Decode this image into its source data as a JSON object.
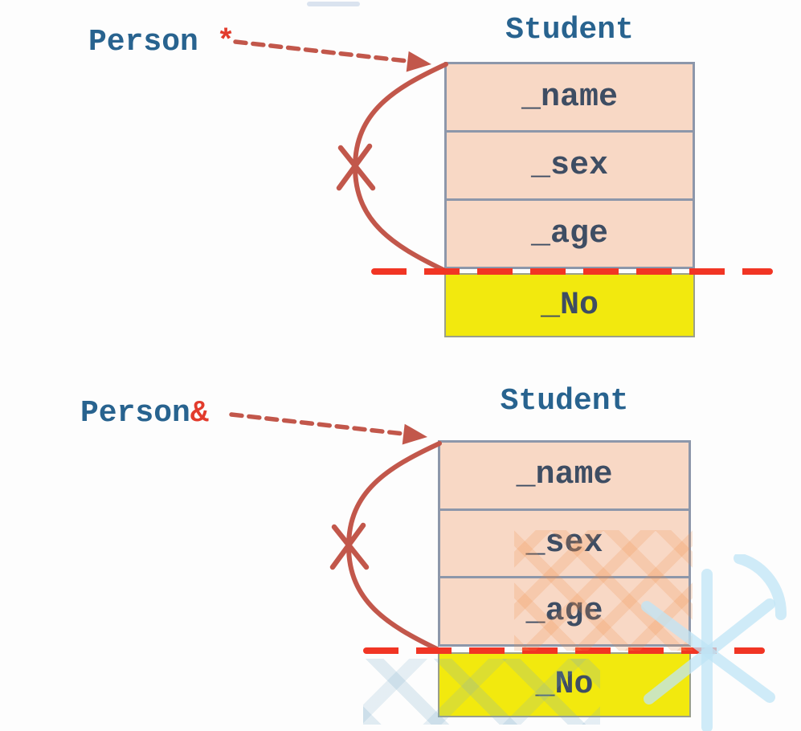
{
  "figure": {
    "description_visible_text_only": true,
    "colors": {
      "label_blue": "#28638f",
      "symbol_red": "#e23b2c",
      "arrow_brick_red": "#c2574b",
      "cut_line_red": "#f13524",
      "member_fill_pink": "#f8d8c5",
      "derived_fill_yellow": "#f2e90e",
      "box_border_gray": "#8d97aa",
      "member_text": "#3e4d63"
    }
  },
  "diagrams": [
    {
      "ref_label": "Person",
      "ref_symbol": " *",
      "class_title": "Student",
      "members": [
        "_name",
        "_sex",
        "_age"
      ],
      "derived_member": "_No"
    },
    {
      "ref_label": "Person",
      "ref_symbol": "&",
      "class_title": "Student",
      "members": [
        "_name",
        "_sex",
        "_age"
      ],
      "derived_member": "_No"
    }
  ],
  "icons": {
    "dashed_arrow": "dashed-arrow-icon",
    "slice_curve": "slice-brace-curve",
    "x_mark": "x-mark-icon",
    "cut_line": "slice-cut-dashed-line"
  }
}
